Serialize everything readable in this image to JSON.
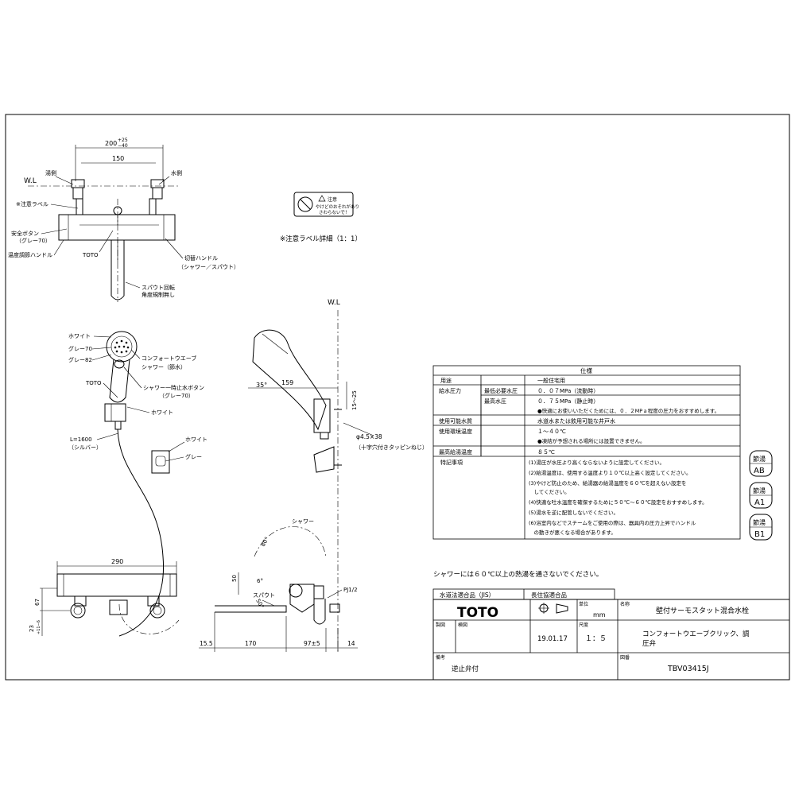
{
  "top_view": {
    "dim_overall": "200",
    "dim_overall_tol_upper": "+25",
    "dim_overall_tol_lower": "−40",
    "dim_pitch": "150",
    "wl": "W.L",
    "hot_side": "湯側",
    "cold_side": "水側",
    "caution_label": "※注意ラベル",
    "safety_button": "安全ボタン",
    "safety_button_color": "（グレー70）",
    "temp_handle": "温度調節ハンドル",
    "brand_mark": "TOTO",
    "switch_handle": "切替ハンドル",
    "switch_handle_detail": "（シャワー／スパウト）",
    "spout_rotation_1": "スパウト回転",
    "spout_rotation_2": "角度規制無し"
  },
  "caution_detail": {
    "label_title": "注意",
    "label_line1": "やけどのおそれがあり",
    "label_line2": "さわらないで！",
    "caption": "※注意ラベル詳細（1：1）"
  },
  "shower_view": {
    "white": "ホワイト",
    "gray70": "グレー70",
    "gray82": "グレー82",
    "comfort_wave": "コンフォートウエーブ",
    "shower_water_saving": "シャワー（節水）",
    "brand_mark": "TOTO",
    "shower_stop_button": "シャワー一時止水ボタン",
    "shower_stop_color": "（グレー70）",
    "white2": "ホワイト",
    "hose_length": "L=1600",
    "hose_color": "（シルバー）",
    "holder_white": "ホワイト",
    "holder_gray": "グレー"
  },
  "side_view": {
    "wl": "W.L",
    "angle_35": "35°",
    "dim_159": "159",
    "dim_15_25": "15〜25",
    "screw": "φ4.5×38",
    "screw_type": "（十字穴付きタッピンねじ）"
  },
  "front_bottom": {
    "dim_290": "290",
    "dim_67": "67",
    "dim_23": "23",
    "dim_23_tol": "+11−6"
  },
  "side_bottom": {
    "shower": "シャワー",
    "angle_80": "80°",
    "dim_50": "50",
    "angle_6": "6°",
    "angle_50": "50°",
    "spout": "スパウト",
    "pj": "PJ1/2",
    "dim_15_5": "15.5",
    "dim_170": "170",
    "dim_97": "97±5",
    "dim_14": "14"
  },
  "spec_table": {
    "title": "仕様",
    "rows": [
      {
        "label": "用途",
        "sub": "",
        "value": "一般住宅用"
      },
      {
        "label": "給水圧力",
        "sub": "最低必要水圧",
        "value": "０．０７MPa（流動時）"
      },
      {
        "label": "",
        "sub": "最高水圧",
        "value": "０．７５MPa（静止時）"
      },
      {
        "label": "",
        "sub": "",
        "value": "●快適にお使いいただくためには、０．２MPａ程度の圧力をおすすめします。"
      },
      {
        "label": "使用可能水質",
        "sub": "",
        "value": "水道水または飲用可能な井戸水"
      },
      {
        "label": "使用環境温度",
        "sub": "",
        "value": "１〜４０℃"
      },
      {
        "label": "",
        "sub": "",
        "value": "●凍結が予想される場所には設置できません。"
      },
      {
        "label": "最高給湯温度",
        "sub": "",
        "value": "８５℃"
      }
    ],
    "notes_label": "特記事項",
    "notes": [
      "(1)湯圧が水圧より高くならないように設定してください。",
      "(2)給湯温度は、使用する温度より１０℃以上高く設定してください。",
      "(3)やけど防止のため、給湯器の給湯温度を６０℃を超えない設定を",
      "　してください。",
      "(4)快適な吐水温度を確保するために５０℃〜６０℃設定をおすすめします。",
      "(5)湯水を逆に配管しないでください。",
      "(6)浴室内などでスチームをご使用の際は、器具内の圧力上昇でハンドル",
      "　の動きが悪くなる場合があります。"
    ]
  },
  "badges": [
    {
      "top": "節湯",
      "bottom": "AB"
    },
    {
      "top": "節湯",
      "bottom": "A1"
    },
    {
      "top": "節湯",
      "bottom": "B1"
    }
  ],
  "warning": "シャワーには６０℃以上の熱湯を通さないでください。",
  "title_block": {
    "std1": "水道法適合品（JIS）",
    "std2": "長住協適合品",
    "name_label": "名称",
    "name": "壁付サーモスタット混合水栓",
    "unit_label": "単位",
    "unit": "mm",
    "scale_label": "尺度",
    "scale": "１：５",
    "made_label": "製図",
    "check_label": "検図",
    "date": "19.01.17",
    "product_line1": "コンフォートウエーブクリック、調",
    "product_line2": "圧弁",
    "note_label": "備考",
    "note": "逆止弁付",
    "drawing_no_label": "図番",
    "drawing_no": "TBV03415J",
    "logo": "TOTO"
  }
}
